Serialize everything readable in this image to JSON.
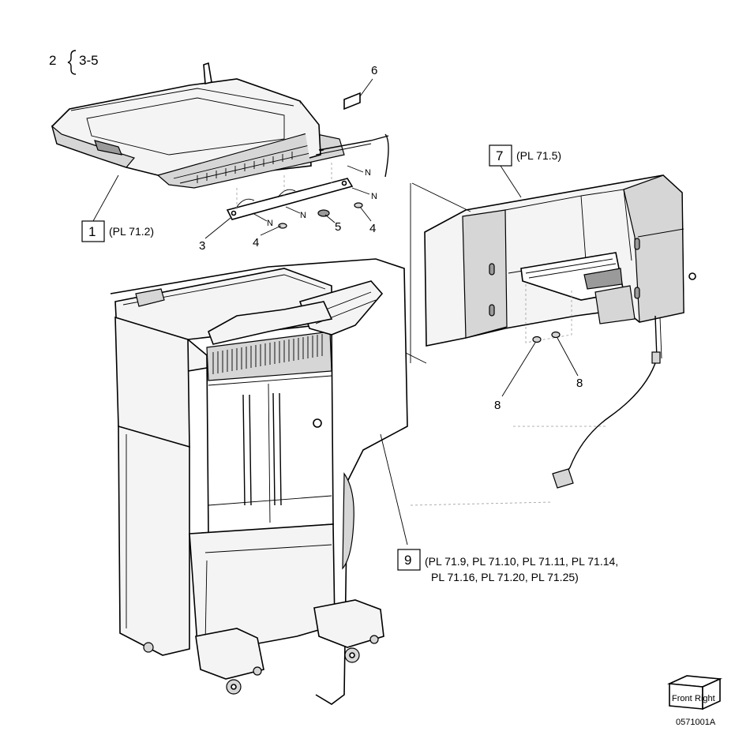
{
  "diagram": {
    "set_note": {
      "number": "2",
      "range": "3-5"
    },
    "callouts": {
      "c1": {
        "number": "1",
        "ref": "(PL 71.2)"
      },
      "c7": {
        "number": "7",
        "ref": "(PL 71.5)"
      },
      "c9": {
        "number": "9",
        "ref_line1": "(PL 71.9, PL 71.10, PL 71.11, PL 71.14,",
        "ref_line2": "PL 71.16, PL 71.20, PL 71.25)"
      }
    },
    "part_numbers": {
      "p3": "3",
      "p4a": "4",
      "p4b": "4",
      "p5": "5",
      "p6": "6",
      "p8a": "8",
      "p8b": "8"
    },
    "screw_marks": {
      "n1": "N",
      "n2": "N",
      "n3": "N",
      "n4": "N"
    },
    "orientation_cube": {
      "front": "Front",
      "right": "Right"
    },
    "figure_id": "0571001A"
  }
}
